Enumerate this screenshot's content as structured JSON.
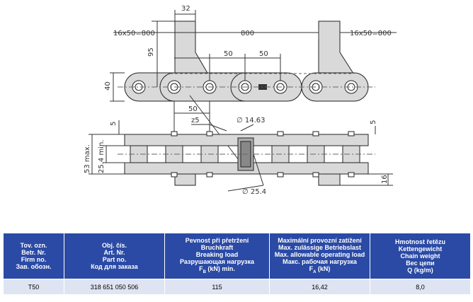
{
  "drawing": {
    "dims": {
      "top_width": "32",
      "pitch_left": "16x50=800",
      "pitch_total": "800",
      "pitch_right": "16x50=800",
      "height_95": "95",
      "pitch_a": "50",
      "pitch_b": "50",
      "height_40": "40",
      "pitch_c": "50",
      "offset_z5": "z5",
      "pin_dia": "∅ 14.63",
      "plate_5_left": "5",
      "max_53": "53 max.",
      "min_25_4": "25.4 min.",
      "roller_dia": "∅ 25.4",
      "plate_5_right": "5",
      "height_16": "16"
    }
  },
  "table": {
    "headers": [
      [
        "Tov. ozn.",
        "Betr. Nr.",
        "Firm no.",
        "Зав. обозн."
      ],
      [
        "Obj. čís.",
        "Art. Nr.",
        "Part no.",
        "Код для заказа"
      ],
      [
        "Pevnost při přetržení",
        "Bruchkraft",
        "Breaking load",
        "Разрушающая нагрузка",
        "F",
        "B",
        " (kN) min."
      ],
      [
        "Maximální provozní zatížení",
        "Max. zulässige Betriebslast",
        "Max. allowable operating load",
        "Макс. рабочая нагрузка",
        "F",
        "A",
        " (kN)"
      ],
      [
        "Hmotnost řetězu",
        "Kettengewicht",
        "Chain weight",
        "Вес цепи",
        "Q (kg/m)"
      ]
    ],
    "row": [
      "T50",
      "318 651 050 506",
      "115",
      "16,42",
      "8,0"
    ]
  }
}
